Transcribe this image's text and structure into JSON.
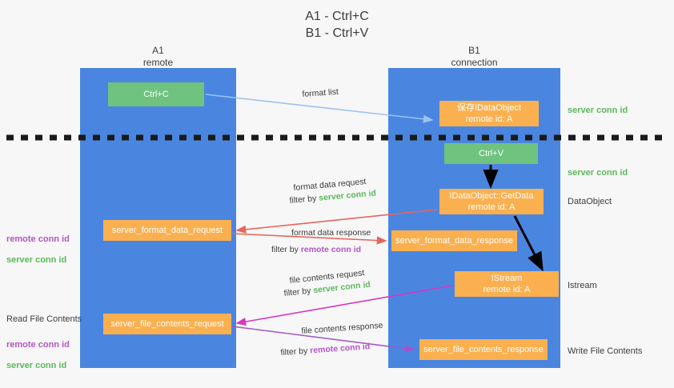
{
  "title": "A1 - Ctrl+C\nB1 - Ctrl+V",
  "lanes": {
    "a": {
      "head": "A1\nremote"
    },
    "b": {
      "head": "B1\nconnection"
    }
  },
  "boxes": {
    "ctrl_c": "Ctrl+C",
    "ctrl_v": "Ctrl+V",
    "save_dataobject": "保存IDataObject\nremote id: A",
    "getdata": "IDataObject::GetData\nremote id: A",
    "istream": "IStream\nremote id: A",
    "server_format_data_request": "server_format_data_request",
    "server_format_data_response": "server_format_data_response",
    "server_file_contents_request": "server_file_contents_request",
    "server_file_contents_response": "server_file_contents_response"
  },
  "side_labels": {
    "dataobject": "DataObject",
    "istream": "Istream",
    "write_file_contents": "Write File Contents",
    "read_file_contents": "Read File Contents"
  },
  "conn_ids": {
    "server": "server conn id",
    "remote": "remote conn id"
  },
  "annotations": {
    "format_list": "format list",
    "format_data_request": "format data request",
    "filter_by_prefix": "filter by ",
    "format_data_response": "format data response",
    "file_contents_request": "file contents request",
    "file_contents_response": "file contents response"
  },
  "colors": {
    "lane": "#4a86e0",
    "green_box": "#6fc37f",
    "orange_box": "#fbb050",
    "server_text": "#5cb85c",
    "remote_text": "#b455c8",
    "blue_arrow": "#9cc3ef",
    "red_arrow": "#e8655a",
    "magenta_arrow": "#d836c0",
    "purple_arrow": "#a257c8",
    "black_arrow": "#000000",
    "background": "#f7f7f7"
  }
}
